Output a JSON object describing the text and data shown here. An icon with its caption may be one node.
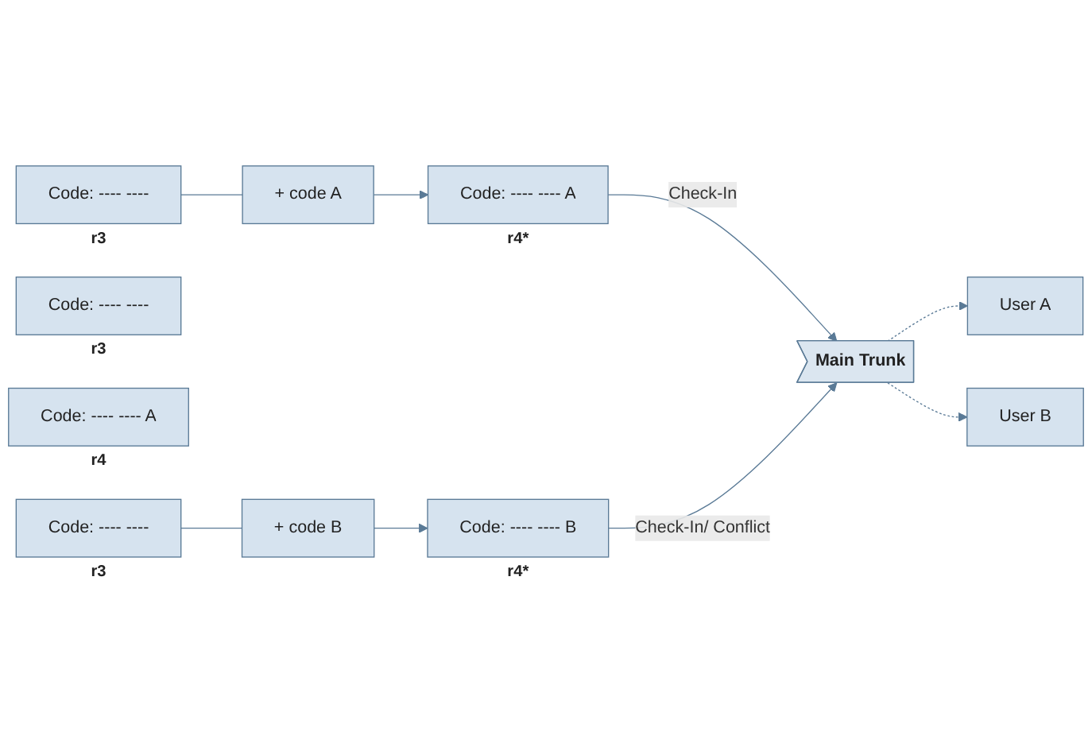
{
  "diagram": {
    "nodes": [
      {
        "text": [
          "Code: ---- ----"
        ],
        "beside": [
          "r3"
        ]
      },
      {
        "text": [
          "+ code A"
        ]
      },
      {
        "text": [
          "Code: ---- ---- A"
        ],
        "beside": [
          "r4*"
        ]
      },
      {
        "text": [
          "User A"
        ]
      },
      {
        "text": [
          "Code: ---- ----"
        ],
        "beside": [
          "r3"
        ]
      },
      {
        "text": [
          "Main Trunk"
        ]
      },
      {
        "text": [
          "Code: ---- ---- A"
        ],
        "beside": [
          "r4"
        ]
      },
      {
        "text": [
          "User B"
        ]
      },
      {
        "text": [
          "Code: ---- ----"
        ],
        "beside": [
          "r3"
        ]
      },
      {
        "text": [
          "+ code B"
        ]
      },
      {
        "text": [
          "Code: ---- ---- B"
        ],
        "beside": [
          "r4*"
        ]
      }
    ],
    "edges": [
      {
        "from": 0,
        "to": 1,
        "arrow": "none"
      },
      {
        "from": 1,
        "to": 2,
        "arrow": "to"
      },
      {
        "from": 2,
        "to": 5,
        "arrow": "to",
        "label": "Check-In"
      },
      {
        "from": 5,
        "to": 3,
        "arrow": "to",
        "style": "dashed"
      },
      {
        "from": 5,
        "to": 7,
        "arrow": "to",
        "style": "dashed"
      },
      {
        "from": 8,
        "to": 9,
        "arrow": "none"
      },
      {
        "from": 9,
        "to": 10,
        "arrow": "to"
      },
      {
        "from": 10,
        "to": 5,
        "arrow": "to",
        "label": "Check-In/ Conflict"
      }
    ]
  }
}
